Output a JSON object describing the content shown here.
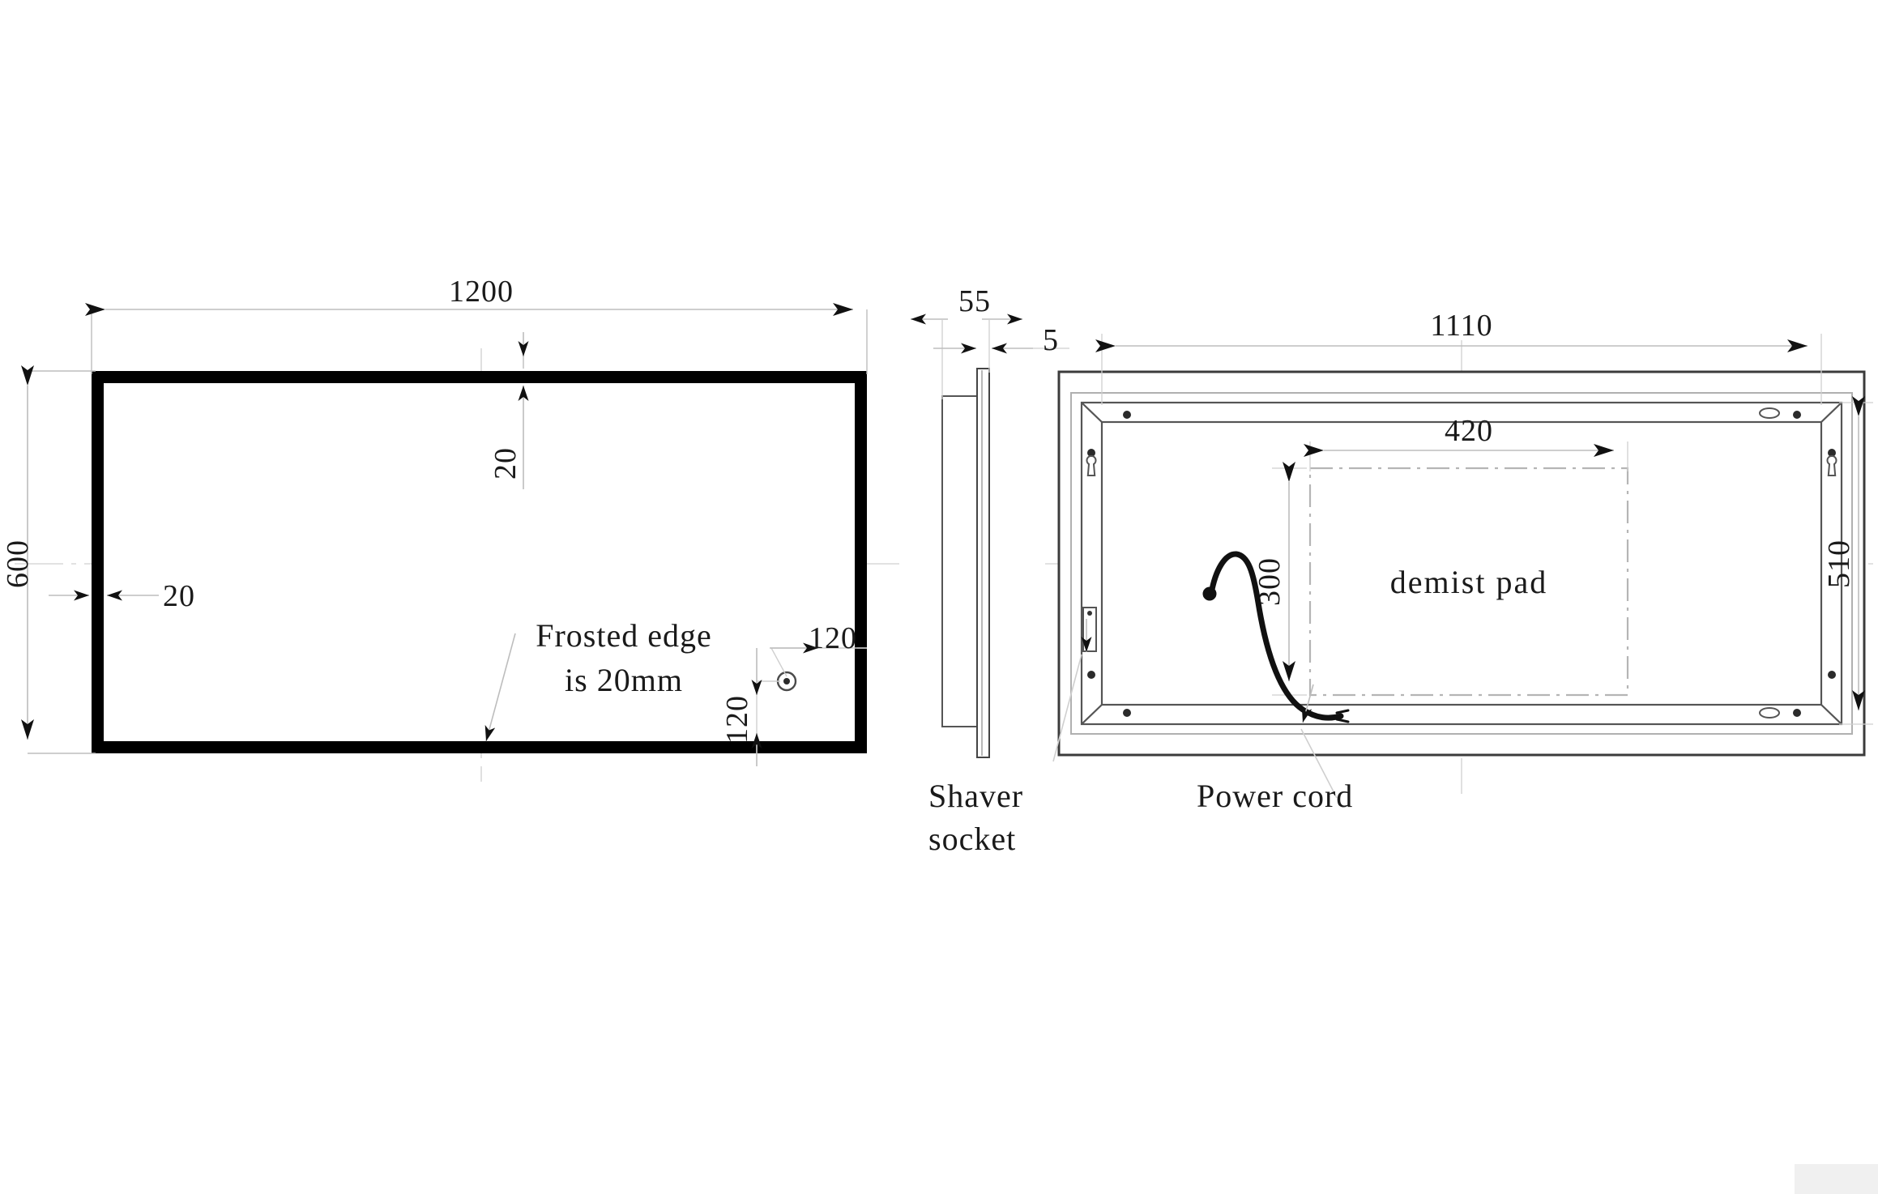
{
  "drawing": {
    "title": "LED bathroom mirror technical drawing",
    "units": "mm",
    "views": [
      {
        "name": "front-view",
        "label": ""
      },
      {
        "name": "side-view",
        "label": ""
      },
      {
        "name": "back-view",
        "label": ""
      }
    ]
  },
  "front_view": {
    "dim_width": "1200",
    "dim_height": "600",
    "dim_frosted_top": "20",
    "dim_frosted_left": "20",
    "dim_sensor_x": "120",
    "dim_sensor_y": "120",
    "note_line1": "Frosted edge",
    "note_line2": "is 20mm"
  },
  "side_view": {
    "dim_depth": "55",
    "dim_glass": "5"
  },
  "back_view": {
    "dim_width": "1110",
    "dim_height": "510",
    "dim_pad_width": "420",
    "dim_pad_height": "300",
    "pad_label": "demist pad",
    "shaver_label_line1": "Shaver",
    "shaver_label_line2": "socket",
    "cord_label": "Power cord"
  },
  "colors": {
    "ink": "#1a1a1a",
    "frame_fill": "#000000",
    "thin_line": "#3a3a3a",
    "center_line": "#cfcfcf",
    "dim_line": "#9a9a9a",
    "chain_line": "#b9b9b9",
    "page_bg": "#ffffff",
    "corner_swatch": "#f0f0f0"
  }
}
